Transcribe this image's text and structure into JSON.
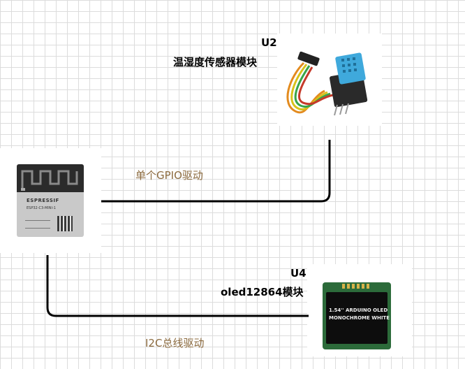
{
  "diagram": {
    "u2": {
      "ref": "U2",
      "title": "温湿度传感器模块"
    },
    "u4": {
      "ref": "U4",
      "title": "oled12864模块"
    },
    "esp32": {
      "brand": "ESPRESSIF",
      "model": "ESP32-C3-MINI-1"
    },
    "oled": {
      "line1": "1.54'' ARDUINO OLED",
      "line2": "MONOCHROME WHITE"
    },
    "edges": {
      "gpio": "单个GPIO驱动",
      "i2c": "I2C总线驱动"
    },
    "colors": {
      "wire": "#000000",
      "edge_label": "#8b6a3e",
      "dht_blue": "#3fa9dc",
      "oled_pcb": "#2c6b3a"
    }
  }
}
